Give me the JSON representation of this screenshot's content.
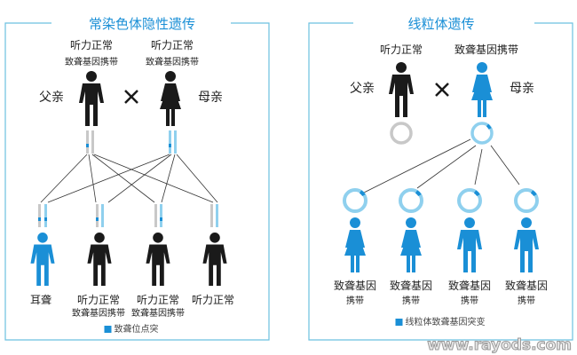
{
  "left_panel": {
    "title": "常染色体隐性遗传",
    "father": {
      "label": "父亲",
      "status1": "听力正常",
      "status2": "致聋基因携带"
    },
    "mother": {
      "label": "母亲",
      "status1": "听力正常",
      "status2": "致聋基因携带"
    },
    "cross": "×",
    "children": [
      {
        "line1": "耳聋",
        "line2": ""
      },
      {
        "line1": "听力正常",
        "line2": "致聋基因携带"
      },
      {
        "line1": "听力正常",
        "line2": "致聋基因携带"
      },
      {
        "line1": "听力正常",
        "line2": ""
      }
    ],
    "legend": "致聋位点突"
  },
  "right_panel": {
    "title": "线粒体遗传",
    "father": {
      "label": "父亲",
      "status1": "听力正常"
    },
    "mother": {
      "label": "母亲",
      "status1": "致聋基因携带"
    },
    "cross": "×",
    "children": [
      {
        "line1": "致聋基因",
        "line2": "携带"
      },
      {
        "line1": "致聋基因",
        "line2": "携带"
      },
      {
        "line1": "致聋基因",
        "line2": "携带"
      },
      {
        "line1": "致聋基因",
        "line2": "携带"
      }
    ],
    "legend": "线粒体致聋基因突变"
  },
  "watermark": "www.rayods.com",
  "colors": {
    "black": "#1a1a1a",
    "blue": "#1a8fd6",
    "light_blue": "#8fd0ee",
    "gray": "#c8c8c8",
    "frame": "#6cc0e0"
  }
}
